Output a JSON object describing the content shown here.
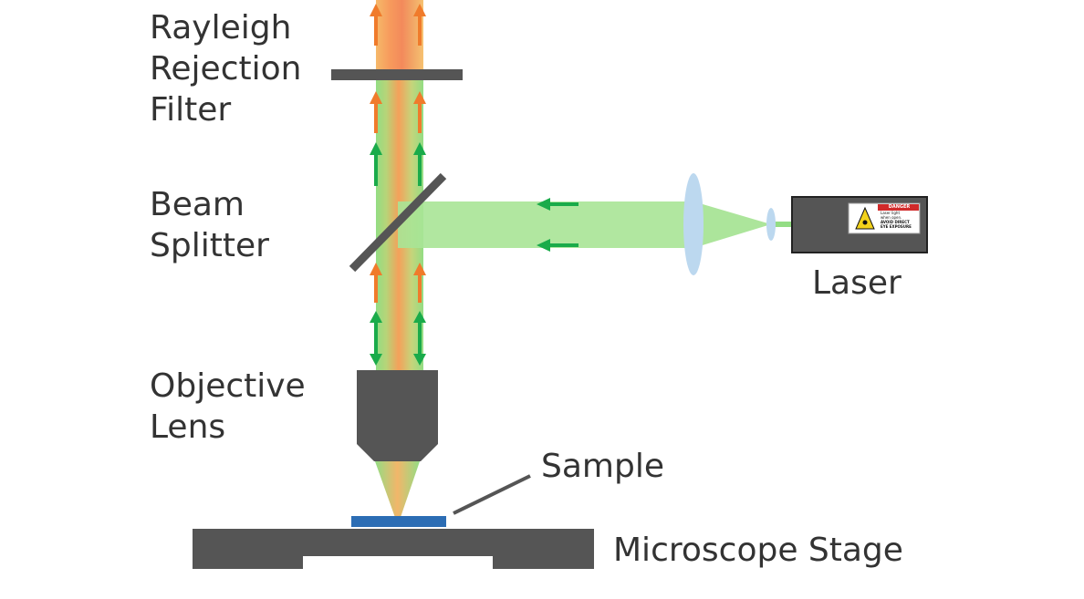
{
  "labels": {
    "rayleigh_filter": [
      "Rayleigh",
      "Rejection",
      "Filter"
    ],
    "beam_splitter": [
      "Beam",
      "Splitter"
    ],
    "objective_lens": [
      "Objective",
      "Lens"
    ],
    "sample": "Sample",
    "microscope_stage": "Microscope Stage",
    "laser": "Laser"
  },
  "warning_sticker": {
    "header": "DANGER",
    "lines": [
      "Laser light",
      "when open.",
      "AVOID DIRECT",
      "EYE EXPOSURE"
    ]
  },
  "colors": {
    "component_gray": "#555555",
    "laser_green": "#93dd84",
    "raman_orange": "#f5a05a",
    "excitation_arrow": "#1aab4a",
    "scattered_arrow": "#f07b2b",
    "lens_blue": "#bcd8ef",
    "sample_blue": "#2c6db4",
    "danger_red": "#d12a2a",
    "label_text": "#333333"
  }
}
